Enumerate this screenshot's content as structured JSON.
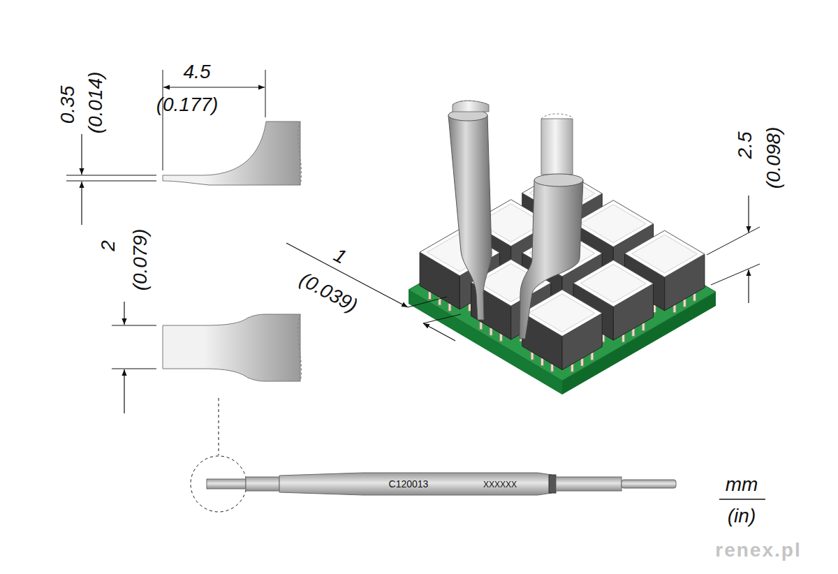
{
  "diagram": {
    "labels": [
      "0.35",
      "(0.014)",
      "4.5",
      "(0.177)",
      "2",
      "(0.079)",
      "1",
      "(0.039)",
      "2.5",
      "(0.098)",
      "C120013",
      "XXXXXX",
      "mm",
      "(in)",
      "renex.pl"
    ]
  }
}
